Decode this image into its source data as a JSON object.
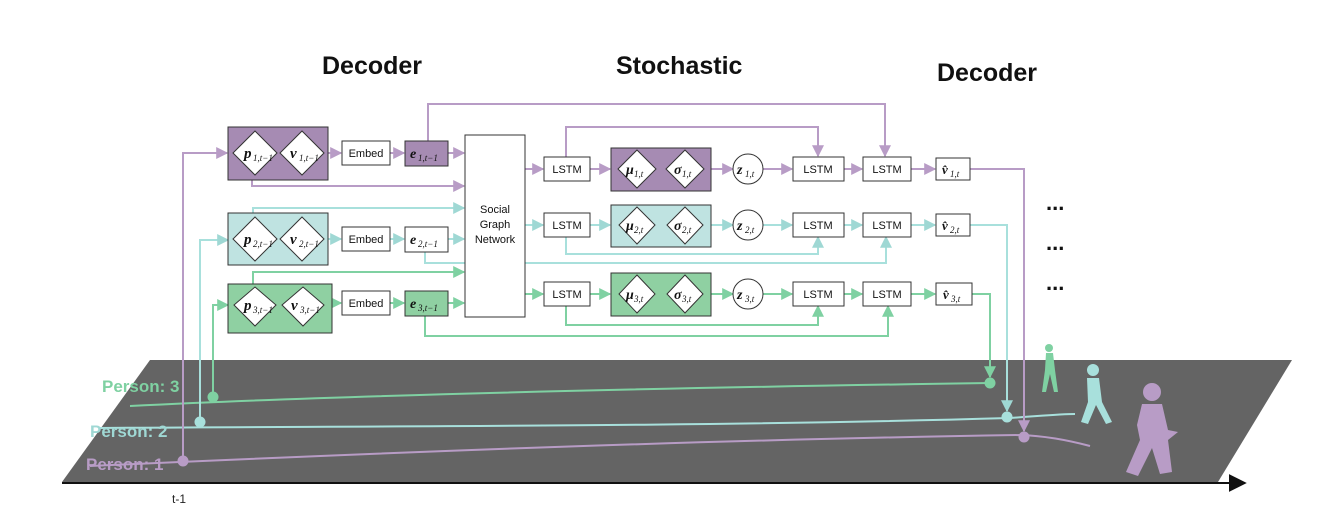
{
  "headers": {
    "left": "Decoder",
    "middle": "Stochastic",
    "right": "Decoder"
  },
  "colors": {
    "person1": "#b89cc6",
    "person1_fill": "#a68bb3",
    "person2": "#9fd8d4",
    "person2_fill": "#bfe3e1",
    "person3": "#7fd1a2",
    "person3_fill": "#8fd0a2",
    "ground": "#646464"
  },
  "blocks": {
    "embed": "Embed",
    "social_graph": [
      "Social",
      "Graph",
      "Network"
    ],
    "lstm": "LSTM"
  },
  "persons": [
    {
      "label": "Person: 1",
      "p": {
        "base": "p",
        "sub": "1,t−1"
      },
      "v": {
        "base": "v",
        "sub": "1,t−1"
      },
      "e": {
        "base": "e",
        "sub": "1,t−1"
      },
      "mu": {
        "base": "μ",
        "sub": "1,t"
      },
      "sigma": {
        "base": "σ",
        "sub": "1,t"
      },
      "z": {
        "base": "z",
        "sub": "1,t"
      },
      "vhat": {
        "base": "v̂",
        "sub": "1,t"
      }
    },
    {
      "label": "Person: 2",
      "p": {
        "base": "p",
        "sub": "2,t−1"
      },
      "v": {
        "base": "v",
        "sub": "2,t−1"
      },
      "e": {
        "base": "e",
        "sub": "2,t−1"
      },
      "mu": {
        "base": "μ",
        "sub": "2,t"
      },
      "sigma": {
        "base": "σ",
        "sub": "2,t"
      },
      "z": {
        "base": "z",
        "sub": "2,t"
      },
      "vhat": {
        "base": "v̂",
        "sub": "2,t"
      }
    },
    {
      "label": "Person: 3",
      "p": {
        "base": "p",
        "sub": "3,t−1"
      },
      "v": {
        "base": "v",
        "sub": "3,t−1"
      },
      "e": {
        "base": "e",
        "sub": "3,t−1"
      },
      "mu": {
        "base": "μ",
        "sub": "3,t"
      },
      "sigma": {
        "base": "σ",
        "sub": "3,t"
      },
      "z": {
        "base": "z",
        "sub": "3,t"
      },
      "vhat": {
        "base": "v̂",
        "sub": "3,t"
      }
    }
  ],
  "ellipsis": "...",
  "axis_label": "t-1"
}
